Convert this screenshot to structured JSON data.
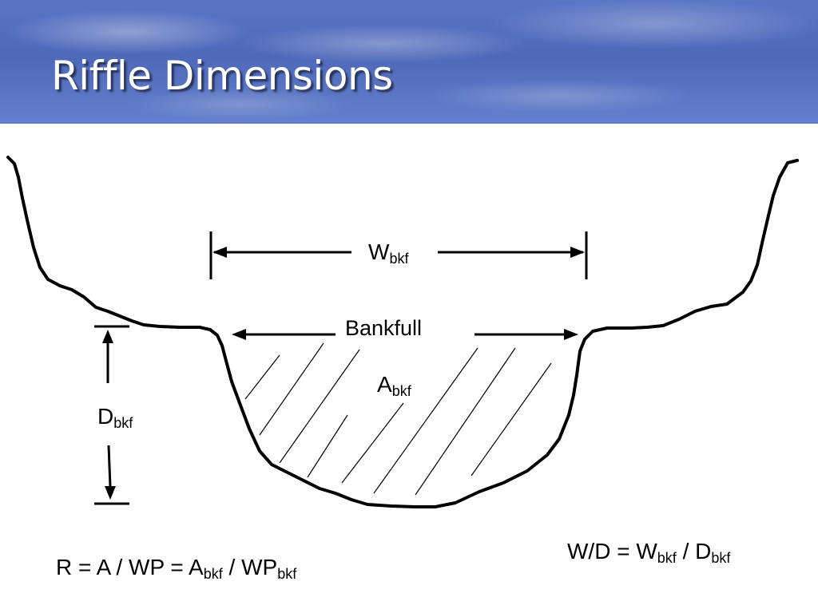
{
  "title": "Riffle Dimensions",
  "labels": {
    "width": {
      "main": "W",
      "sub": "bkf"
    },
    "bankfull": "Bankfull",
    "area": {
      "main": "A",
      "sub": "bkf"
    },
    "depth": {
      "main": "D",
      "sub": "bkf"
    }
  },
  "formula_wd": {
    "lhs": "W/D = ",
    "w_main": "W",
    "w_sub": "bkf",
    "sep": " / ",
    "d_main": "D",
    "d_sub": "bkf"
  },
  "formula_r": {
    "lhs": "R = A / WP = ",
    "a_main": "A",
    "a_sub": "bkf",
    "sep": " / ",
    "wp_main": "WP",
    "wp_sub": "bkf"
  }
}
